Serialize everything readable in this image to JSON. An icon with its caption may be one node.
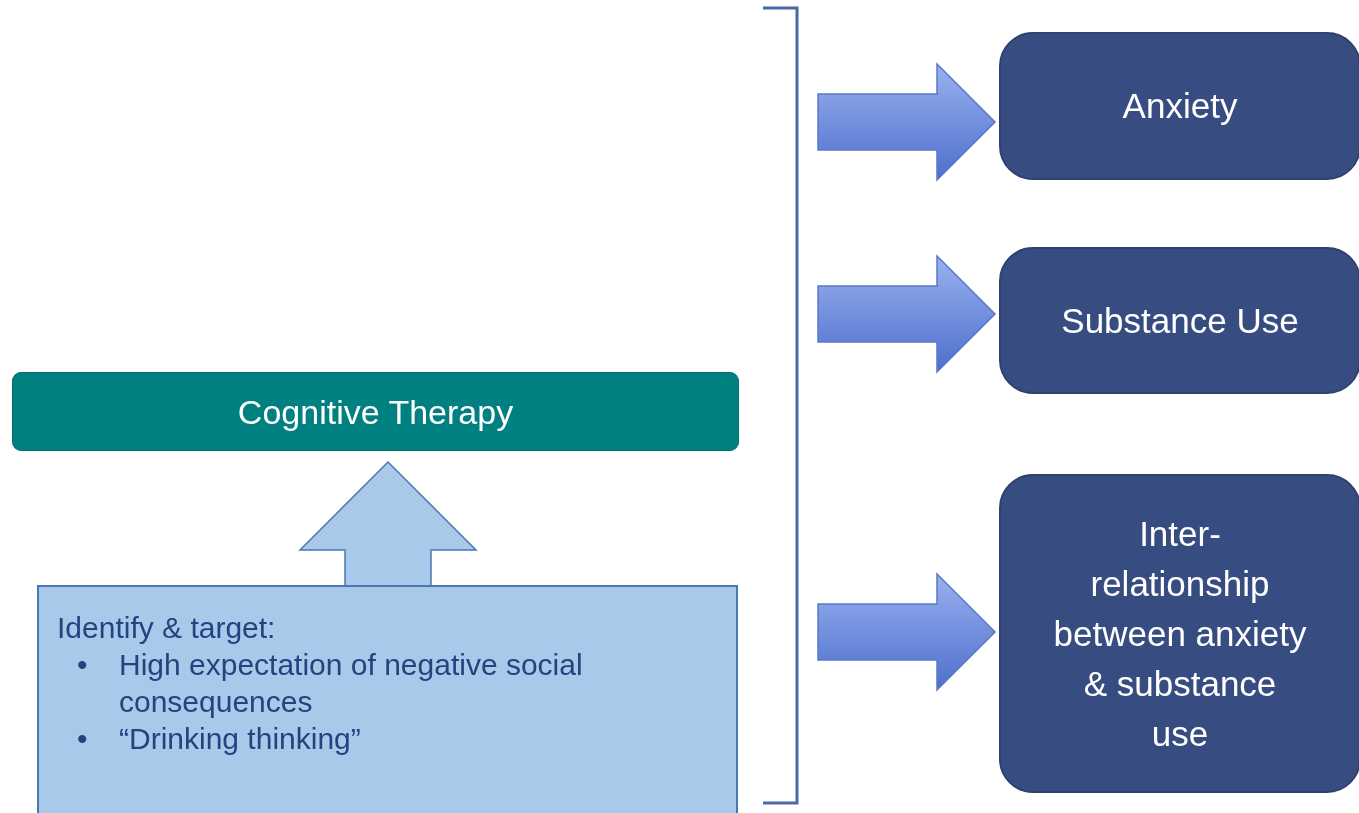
{
  "diagram": {
    "nodes": [
      {
        "text": [
          "Cognitive Therapy"
        ]
      },
      {
        "text": [
          "Identify & target:",
          "High expectation of negative social consequences",
          "“Drinking thinking”"
        ]
      },
      {
        "text": [
          "Anxiety"
        ]
      },
      {
        "text": [
          "Substance Use"
        ]
      },
      {
        "text": [
          "Inter-relationship between anxiety & substance use"
        ]
      }
    ],
    "edges": [
      {
        "from": 1,
        "to": 0,
        "arrow": "to",
        "color": "#a9c9ea"
      },
      {
        "from": null,
        "to": 2,
        "arrow": "to"
      },
      {
        "from": null,
        "to": 3,
        "arrow": "to"
      },
      {
        "from": null,
        "to": 4,
        "arrow": "to"
      }
    ],
    "labels": [
      "•",
      "•"
    ]
  }
}
